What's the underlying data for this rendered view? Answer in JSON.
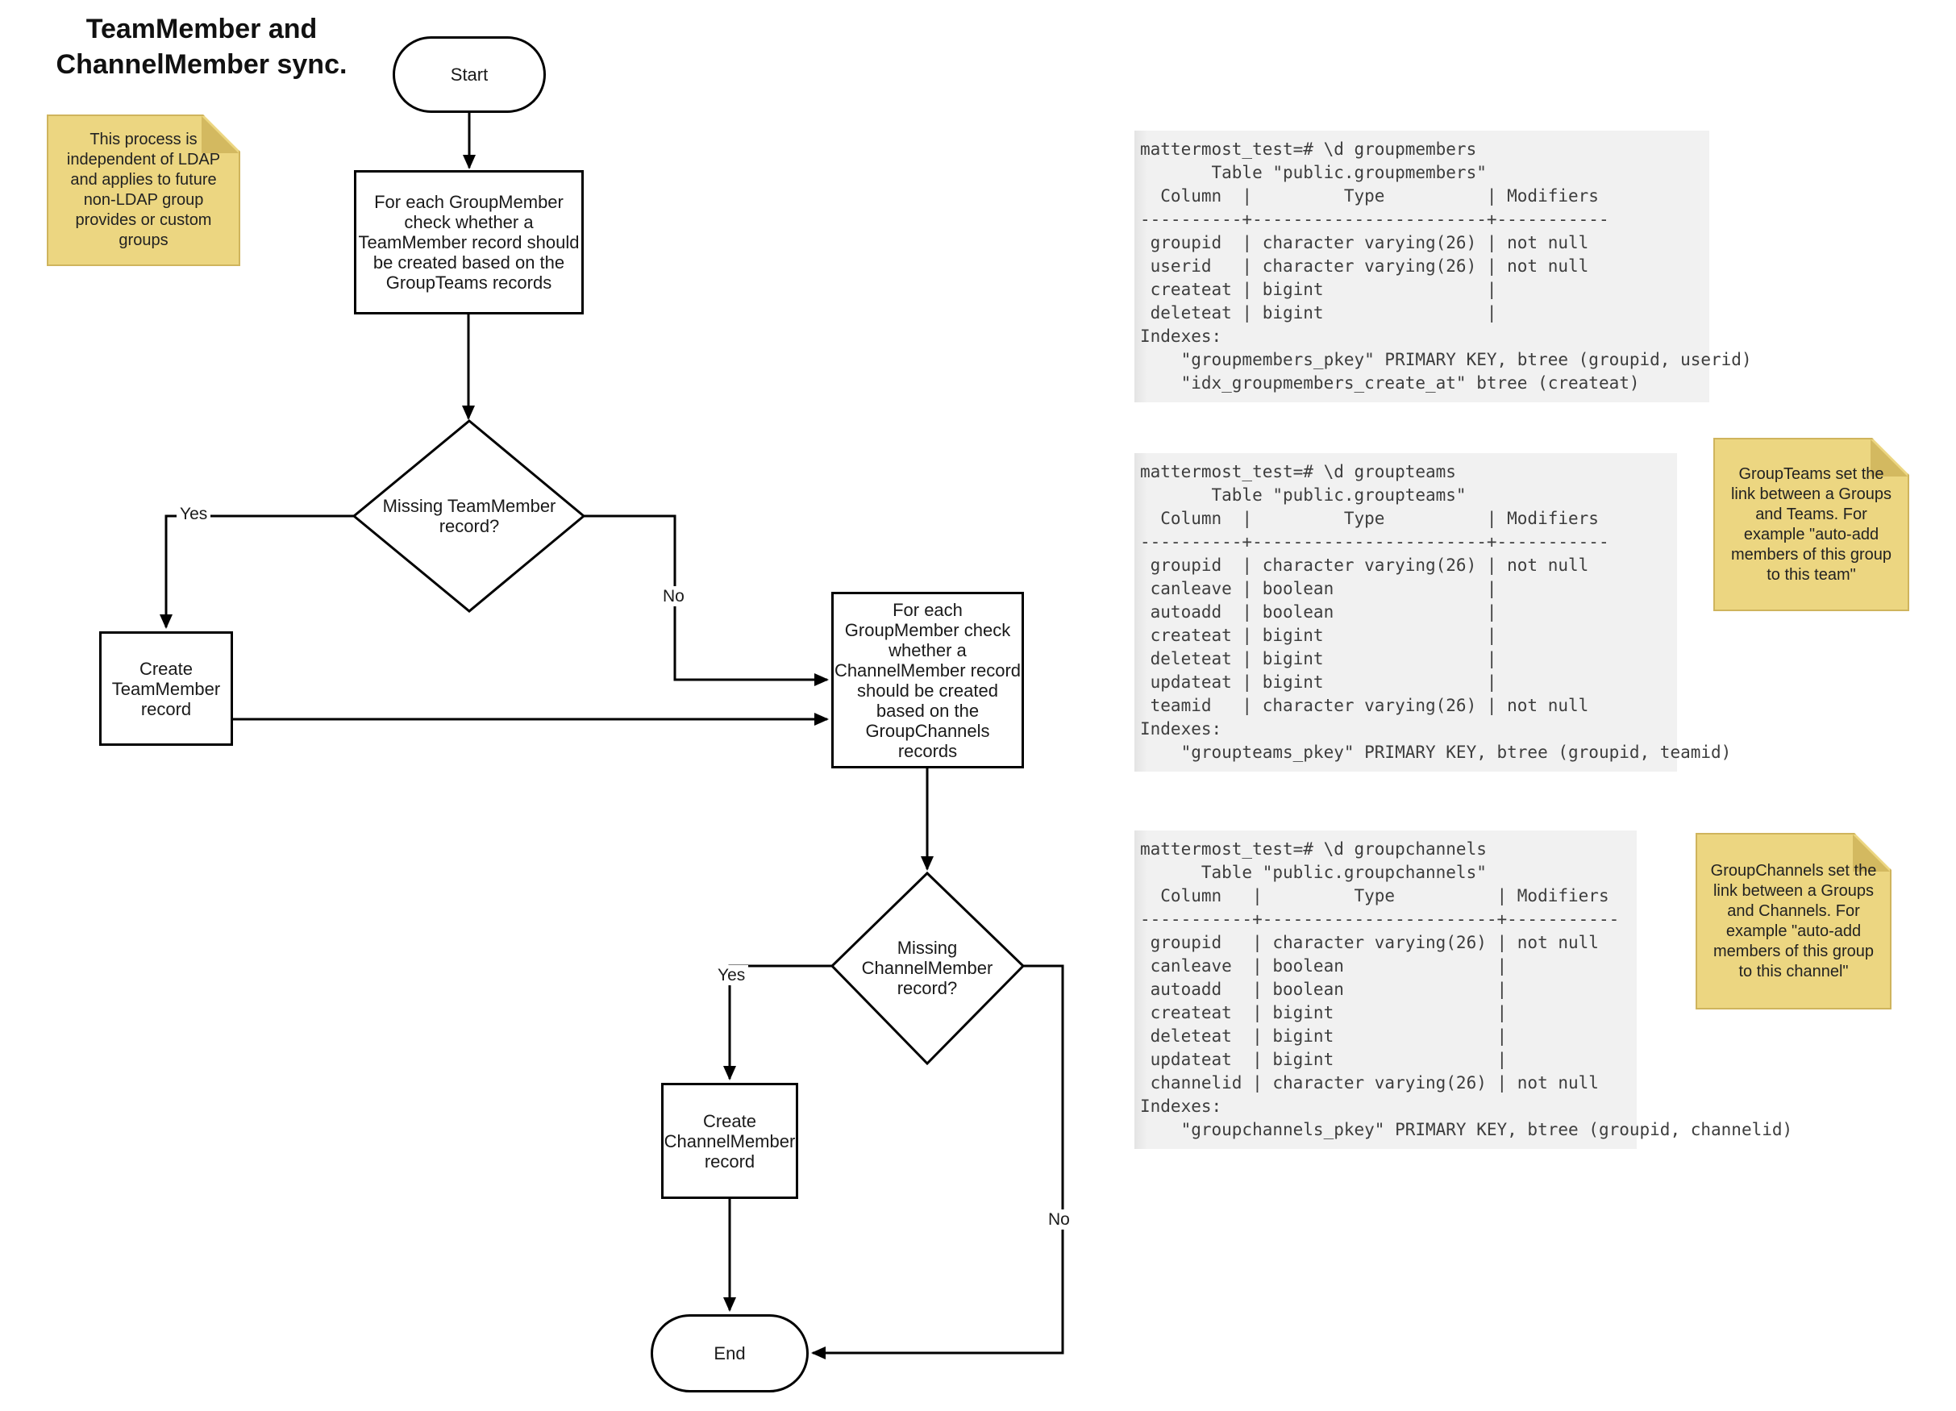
{
  "title": "TeamMember and\nChannelMember sync.",
  "notes": {
    "process": "This process is\nindependent of LDAP\nand applies to future\nnon-LDAP group\nprovides or custom\ngroups",
    "groupteams": "GroupTeams set the\nlink between a Groups\nand Teams. For\nexample \"auto-add\nmembers of this group\nto this team\"",
    "groupchannels": "GroupChannels set the\nlink between a Groups\nand Channels. For\nexample \"auto-add\nmembers of this group\nto this channel\""
  },
  "flowchart": {
    "start_label": "Start",
    "process_teammember": "For each GroupMember\ncheck whether a\nTeamMember record should\nbe created based on the\nGroupTeams records",
    "decision_teammember": "Missing TeamMember\nrecord?",
    "create_teammember": "Create\nTeamMember\nrecord",
    "process_channelmember": "For each\nGroupMember check\nwhether a\nChannelMember record\nshould be created\nbased on the\nGroupChannels\nrecords",
    "decision_channelmember": "Missing\nChannelMember\nrecord?",
    "create_channelmember": "Create\nChannelMember\nrecord",
    "end_label": "End",
    "edge_labels": {
      "yes_teammember": "Yes",
      "no_teammember": "No",
      "yes_channelmember": "Yes",
      "no_channelmember": "No"
    }
  },
  "terminals": {
    "groupmembers": [
      "mattermost_test=# \\d groupmembers",
      "       Table \"public.groupmembers\"",
      "  Column  |         Type          | Modifiers",
      "----------+-----------------------+-----------",
      " groupid  | character varying(26) | not null",
      " userid   | character varying(26) | not null",
      " createat | bigint                |",
      " deleteat | bigint                |",
      "Indexes:",
      "    \"groupmembers_pkey\" PRIMARY KEY, btree (groupid, userid)",
      "    \"idx_groupmembers_create_at\" btree (createat)"
    ],
    "groupteams": [
      "mattermost_test=# \\d groupteams",
      "       Table \"public.groupteams\"",
      "  Column  |         Type          | Modifiers",
      "----------+-----------------------+-----------",
      " groupid  | character varying(26) | not null",
      " canleave | boolean               |",
      " autoadd  | boolean               |",
      " createat | bigint                |",
      " deleteat | bigint                |",
      " updateat | bigint                |",
      " teamid   | character varying(26) | not null",
      "Indexes:",
      "    \"groupteams_pkey\" PRIMARY KEY, btree (groupid, teamid)"
    ],
    "groupchannels": [
      "mattermost_test=# \\d groupchannels",
      "      Table \"public.groupchannels\"",
      "  Column   |         Type          | Modifiers",
      "-----------+-----------------------+-----------",
      " groupid   | character varying(26) | not null",
      " canleave  | boolean               |",
      " autoadd   | boolean               |",
      " createat  | bigint                |",
      " deleteat  | bigint                |",
      " updateat  | bigint                |",
      " channelid | character varying(26) | not null",
      "Indexes:",
      "    \"groupchannels_pkey\" PRIMARY KEY, btree (groupid, channelid)"
    ]
  },
  "colors": {
    "sticky_fill": "#ecd681",
    "sticky_fold": "#d3b960",
    "sticky_border": "#cfb45d",
    "terminal_bg": "#f1f1f1",
    "code_text": "#3d3d3d",
    "line": "#000000"
  }
}
